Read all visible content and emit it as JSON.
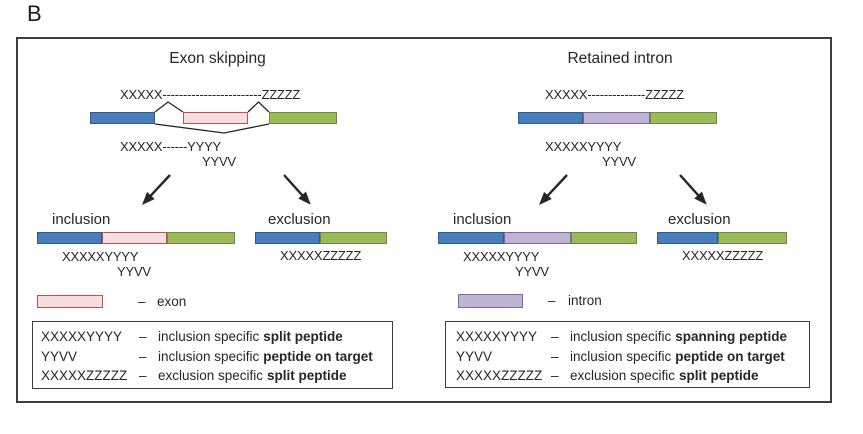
{
  "figure_label": "B",
  "colors": {
    "flank_blue": "#4a7ebb",
    "flank_blue_border": "#2f5a88",
    "flank_green": "#9bbb59",
    "flank_green_border": "#70893e",
    "exon_pink": "#f5dedd",
    "exon_pink_border": "#c0504d",
    "intron_purple": "#c0b4d4",
    "intron_purple_border": "#7b68a0",
    "line_black": "#262626"
  },
  "panels": [
    {
      "title": "Exon skipping",
      "gene_seq": "XXXXX------------------------ZZZZZ",
      "splice_seq_line1": "XXXXX------YYYY",
      "splice_seq_line2": "YYVV",
      "inclusion": {
        "label": "inclusion",
        "seq1": "XXXXXYYYY",
        "seq2": "YYVV"
      },
      "exclusion": {
        "label": "exclusion",
        "seq": "XXXXXZZZZZ"
      },
      "swatch": {
        "dash": "–",
        "label": "exon"
      },
      "legend_rows": [
        {
          "term": "XXXXXYYYY",
          "dash": "–",
          "desc": "inclusion specific",
          "desc_bold": "split peptide"
        },
        {
          "term": "YYVV",
          "dash": "–",
          "desc": "inclusion specific",
          "desc_bold": "peptide on target"
        },
        {
          "term": "XXXXXZZZZZ",
          "dash": "–",
          "desc": "exclusion specific",
          "desc_bold": "split peptide"
        }
      ]
    },
    {
      "title": "Retained intron",
      "gene_seq": "XXXXX--------------ZZZZZ",
      "splice_seq_line1": "XXXXXYYYY",
      "splice_seq_line2": "YYVV",
      "inclusion": {
        "label": "inclusion",
        "seq1": "XXXXXYYYY",
        "seq2": "YYVV"
      },
      "exclusion": {
        "label": "exclusion",
        "seq": "XXXXXZZZZZ"
      },
      "swatch": {
        "dash": "–",
        "label": "intron"
      },
      "legend_rows": [
        {
          "term": "XXXXXYYYY",
          "dash": "–",
          "desc": "inclusion specific",
          "desc_bold": "spanning peptide"
        },
        {
          "term": "YYVV",
          "dash": "–",
          "desc": "inclusion specific",
          "desc_bold": "peptide on target"
        },
        {
          "term": "XXXXXZZZZZ",
          "dash": "–",
          "desc": "exclusion specific",
          "desc_bold": "split peptide"
        }
      ]
    }
  ]
}
